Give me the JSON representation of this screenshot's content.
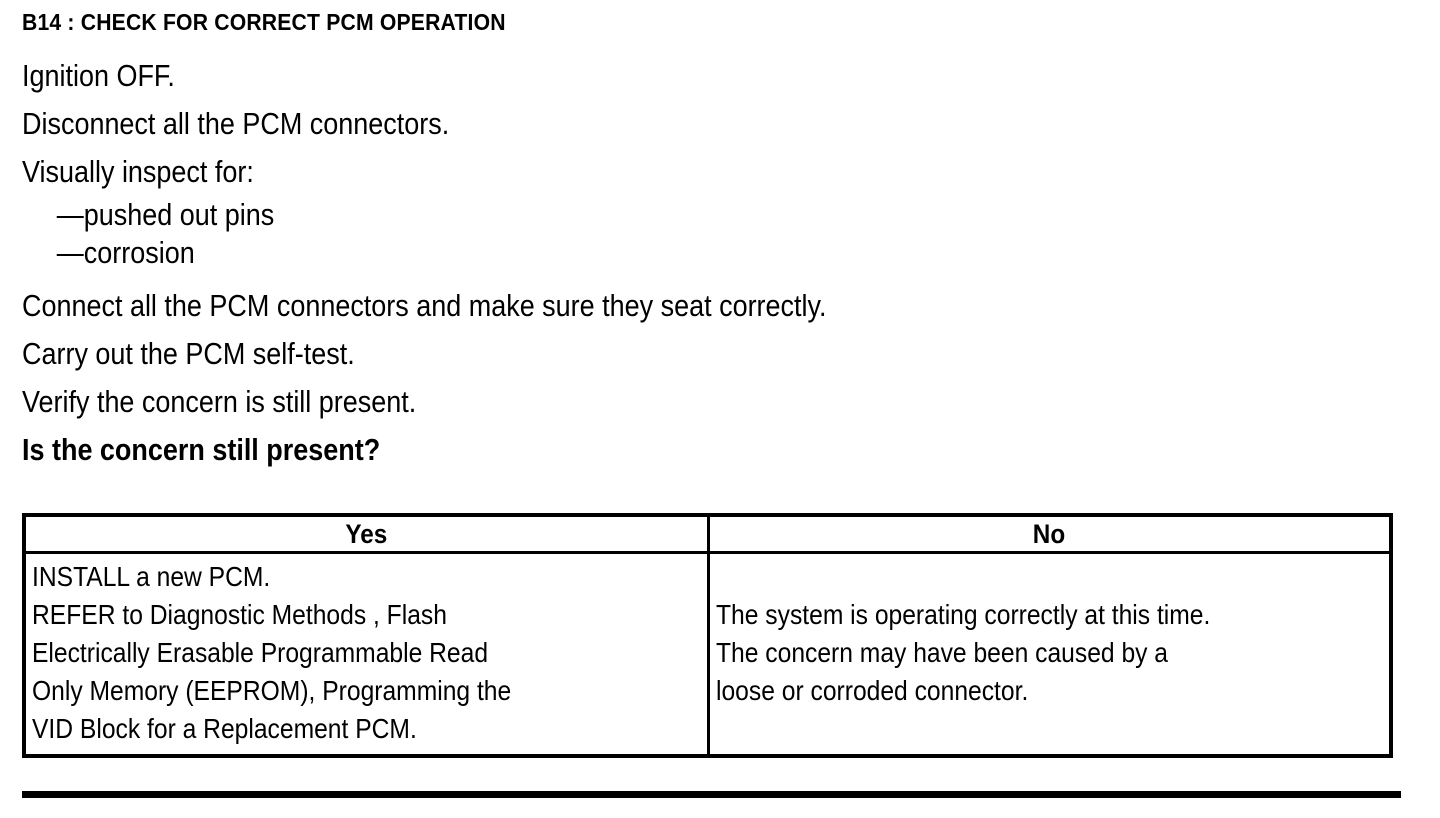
{
  "document": {
    "step_id": "B14",
    "title": "B14 : CHECK FOR CORRECT PCM OPERATION",
    "accent_color": "#000000",
    "background_color": "#ffffff"
  },
  "procedure": {
    "lines": [
      "Ignition OFF.",
      "Disconnect all the PCM connectors.",
      "Visually inspect for:"
    ],
    "inspect_items": [
      "—pushed out pins",
      "—corrosion"
    ],
    "lines_after": [
      "Connect all the PCM connectors and make sure they seat correctly.",
      "Carry out the PCM self-test.",
      "Verify the concern is still present."
    ],
    "question": "Is the concern still present?"
  },
  "decision_table": {
    "headers": [
      "Yes",
      "No"
    ],
    "yes_cell": [
      "INSTALL a new PCM.",
      "REFER to Diagnostic Methods , Flash",
      "Electrically Erasable Programmable Read",
      "Only Memory  (EEPROM), Programming the",
      "VID Block for a Replacement PCM."
    ],
    "no_cell": [
      "The system is operating correctly at this time.",
      "The concern may have been caused by a",
      "loose or corroded connector."
    ]
  }
}
